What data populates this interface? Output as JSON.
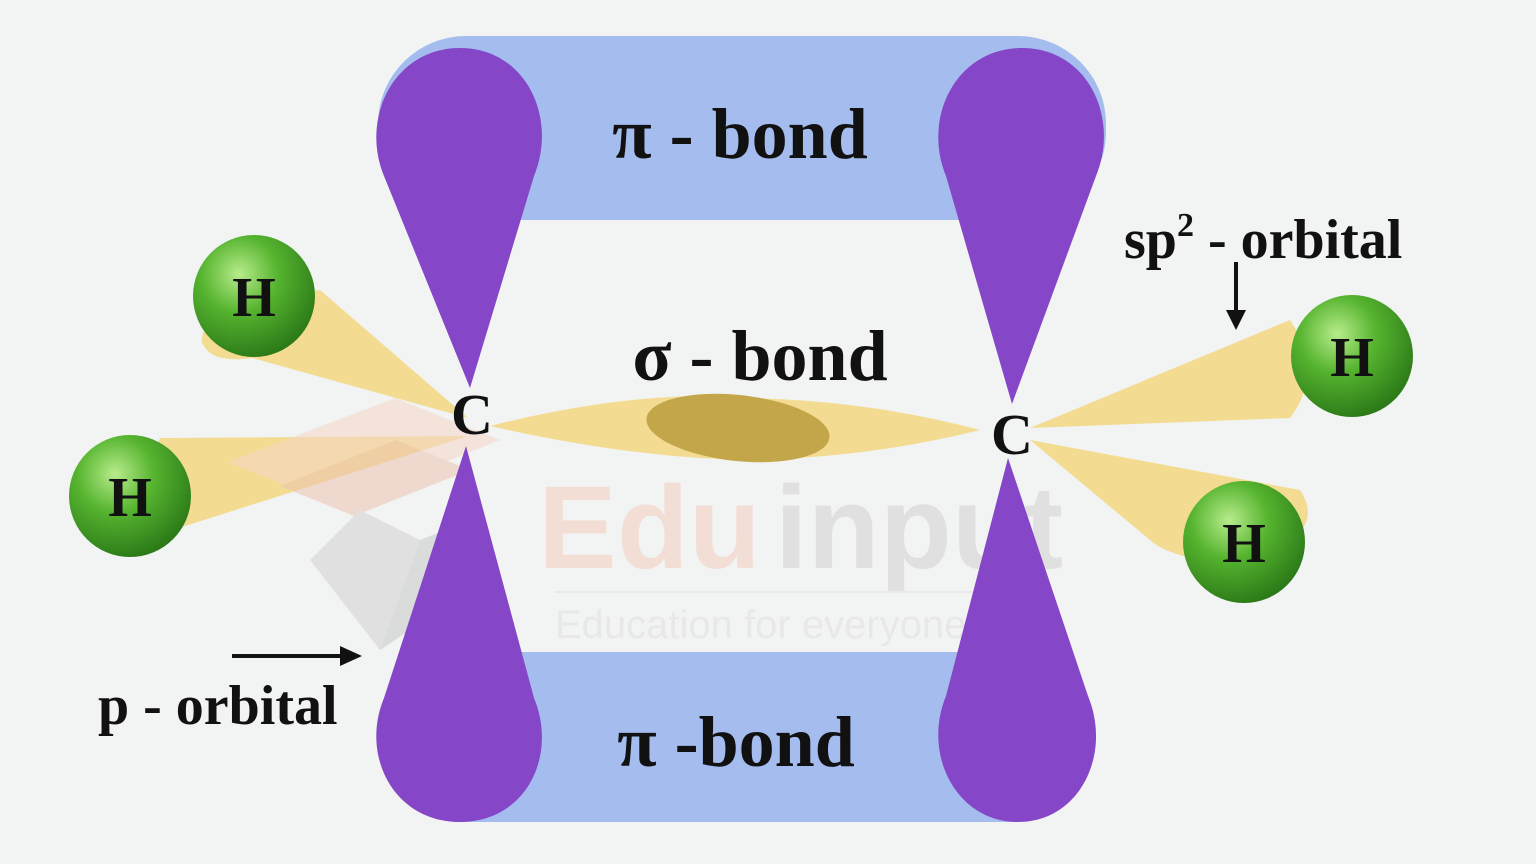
{
  "diagram": {
    "pi_bond_top": "π - bond",
    "pi_bond_bottom": "π -bond",
    "sigma_bond": "σ - bond",
    "sp2_label_base": "sp",
    "sp2_label_sup": "2",
    "sp2_label_rest": " - orbital",
    "p_orbital_label": "p - orbital",
    "carbon_left": "C",
    "carbon_right": "C",
    "hydrogen": "H",
    "colors": {
      "background": "#f2f3f3",
      "pi_overlap": "#a4bcee",
      "p_lobe": "#8546c8",
      "sp2_orbital": "#f3dc91",
      "sigma_overlap": "#c4a64a",
      "hydrogen": "#4da82c"
    }
  },
  "watermark": {
    "brand_part1": "Edu",
    "brand_part2": "input",
    "tagline": "Education for everyone"
  }
}
